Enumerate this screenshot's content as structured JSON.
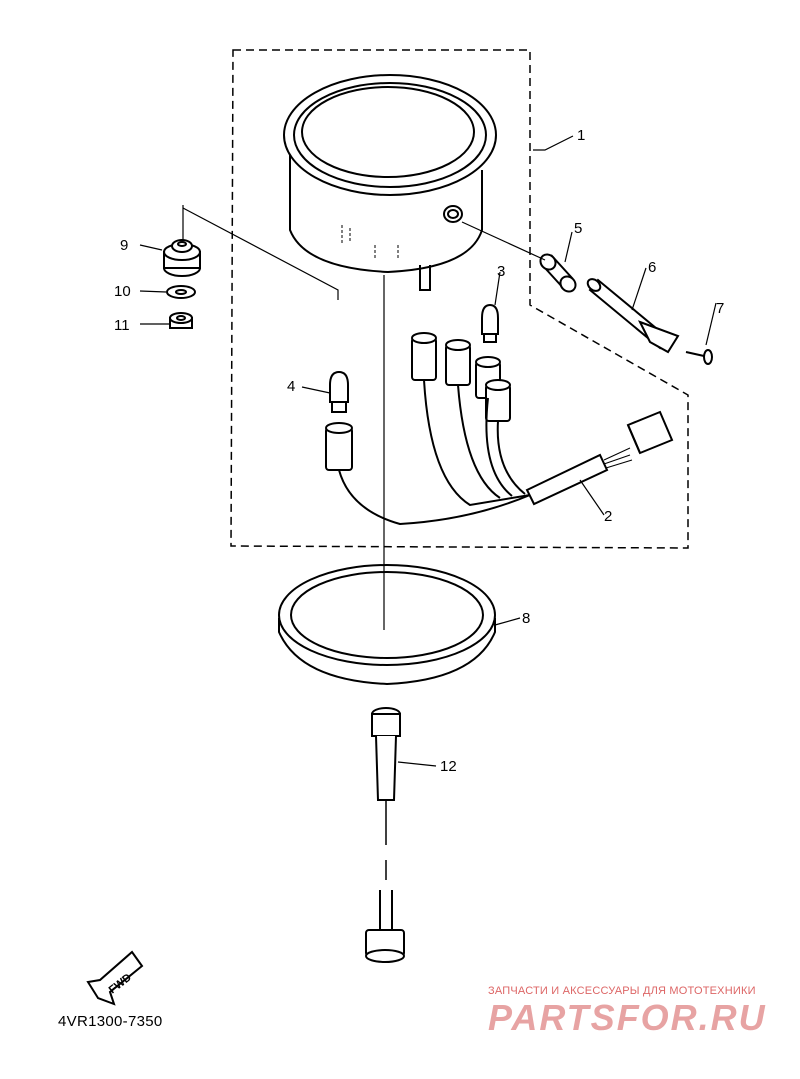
{
  "diagram": {
    "callouts": [
      "1",
      "2",
      "3",
      "4",
      "5",
      "6",
      "7",
      "8",
      "9",
      "10",
      "11",
      "12"
    ],
    "fwd_label": "FWD",
    "part_code": "4VR1300-7350"
  },
  "watermark": {
    "line1": "ЗАПЧАСТИ И АКСЕССУАРЫ ДЛЯ МОТОТЕХНИКИ",
    "line2": "PARTSFOR.RU"
  }
}
